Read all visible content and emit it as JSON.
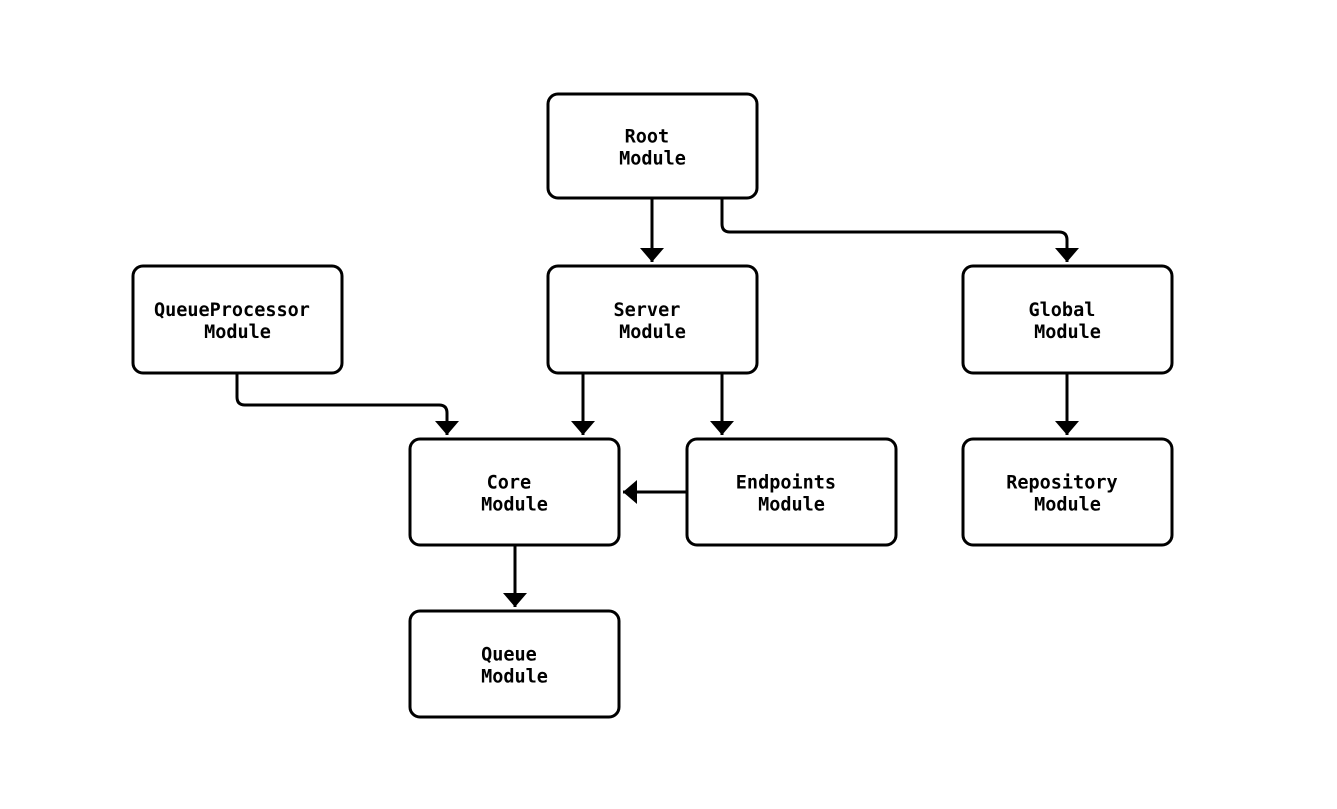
{
  "diagram": {
    "type": "module-dependency-graph",
    "background_color": "#ffffff",
    "node_fill_color": "#ffffff",
    "stroke_color": "#000000",
    "nodes": [
      {
        "id": "root",
        "line1": "Root",
        "line2": "Module",
        "label": "Root Module"
      },
      {
        "id": "queueprocessor",
        "line1": "QueueProcessor",
        "line2": "Module",
        "label": "QueueProcessor Module"
      },
      {
        "id": "server",
        "line1": "Server",
        "line2": "Module",
        "label": "Server Module"
      },
      {
        "id": "global",
        "line1": "Global",
        "line2": "Module",
        "label": "Global Module"
      },
      {
        "id": "core",
        "line1": "Core",
        "line2": "Module",
        "label": "Core Module"
      },
      {
        "id": "endpoints",
        "line1": "Endpoints",
        "line2": "Module",
        "label": "Endpoints Module"
      },
      {
        "id": "repository",
        "line1": "Repository",
        "line2": "Module",
        "label": "Repository Module"
      },
      {
        "id": "queue",
        "line1": "Queue",
        "line2": "Module",
        "label": "Queue Module"
      }
    ],
    "edges": [
      {
        "from": "Root Module",
        "to": "Server Module"
      },
      {
        "from": "Root Module",
        "to": "Global Module"
      },
      {
        "from": "QueueProcessor Module",
        "to": "Core Module"
      },
      {
        "from": "Server Module",
        "to": "Core Module"
      },
      {
        "from": "Server Module",
        "to": "Endpoints Module"
      },
      {
        "from": "Endpoints Module",
        "to": "Core Module"
      },
      {
        "from": "Global Module",
        "to": "Repository Module"
      },
      {
        "from": "Core Module",
        "to": "Queue Module"
      }
    ]
  }
}
